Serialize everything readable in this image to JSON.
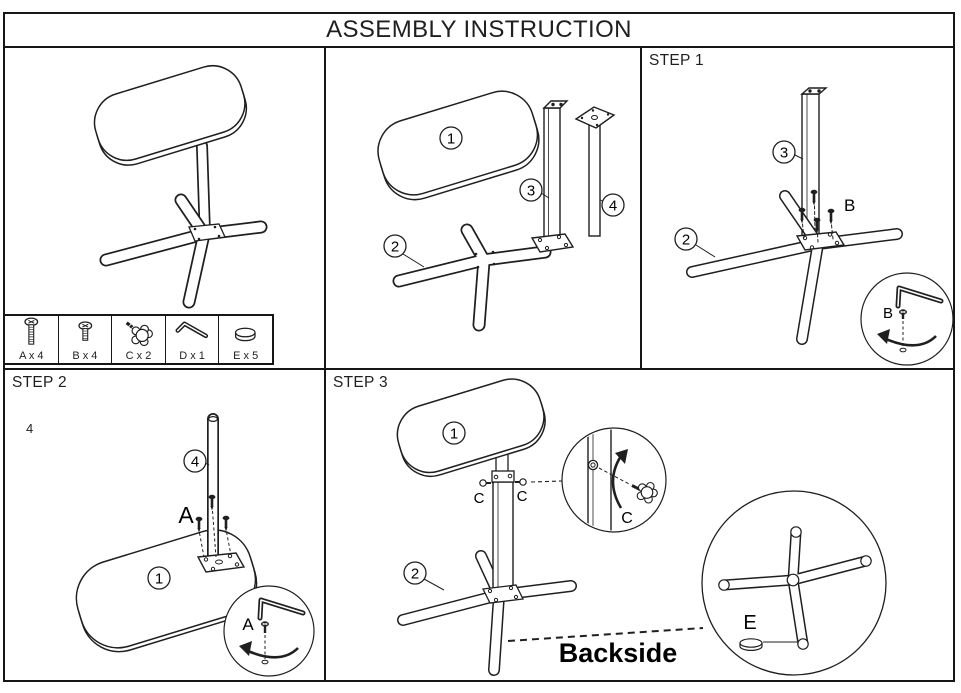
{
  "title": "ASSEMBLY INSTRUCTION",
  "hardware": {
    "items": [
      {
        "id": "A",
        "label": "A x 4",
        "icon": "long-bolt-icon"
      },
      {
        "id": "B",
        "label": "B x 4",
        "icon": "short-bolt-icon"
      },
      {
        "id": "C",
        "label": "C x 2",
        "icon": "star-knob-icon"
      },
      {
        "id": "D",
        "label": "D x 1",
        "icon": "allen-key-icon"
      },
      {
        "id": "E",
        "label": "E x 5",
        "icon": "cap-icon"
      }
    ]
  },
  "panels": {
    "parts": {
      "badge1": "1",
      "badge2": "2",
      "badge3": "3",
      "badge4": "4"
    },
    "step1": {
      "label": "STEP 1",
      "badge2": "2",
      "badge3": "3",
      "bolt_label": "B",
      "detail_bolt_label": "B"
    },
    "step2": {
      "label": "STEP 2",
      "badge1": "1",
      "badge4": "4",
      "bolt_label": "A",
      "detail_bolt_label": "A",
      "stray_text": "4"
    },
    "step3": {
      "label": "STEP 3",
      "badge1": "1",
      "badge2": "2",
      "knob_label_left": "C",
      "knob_label_right": "C",
      "detail_knob_label": "C",
      "cap_label": "E",
      "backside_label": "Backside"
    }
  },
  "colors": {
    "line": "#1f1f1f",
    "background": "#ffffff"
  }
}
